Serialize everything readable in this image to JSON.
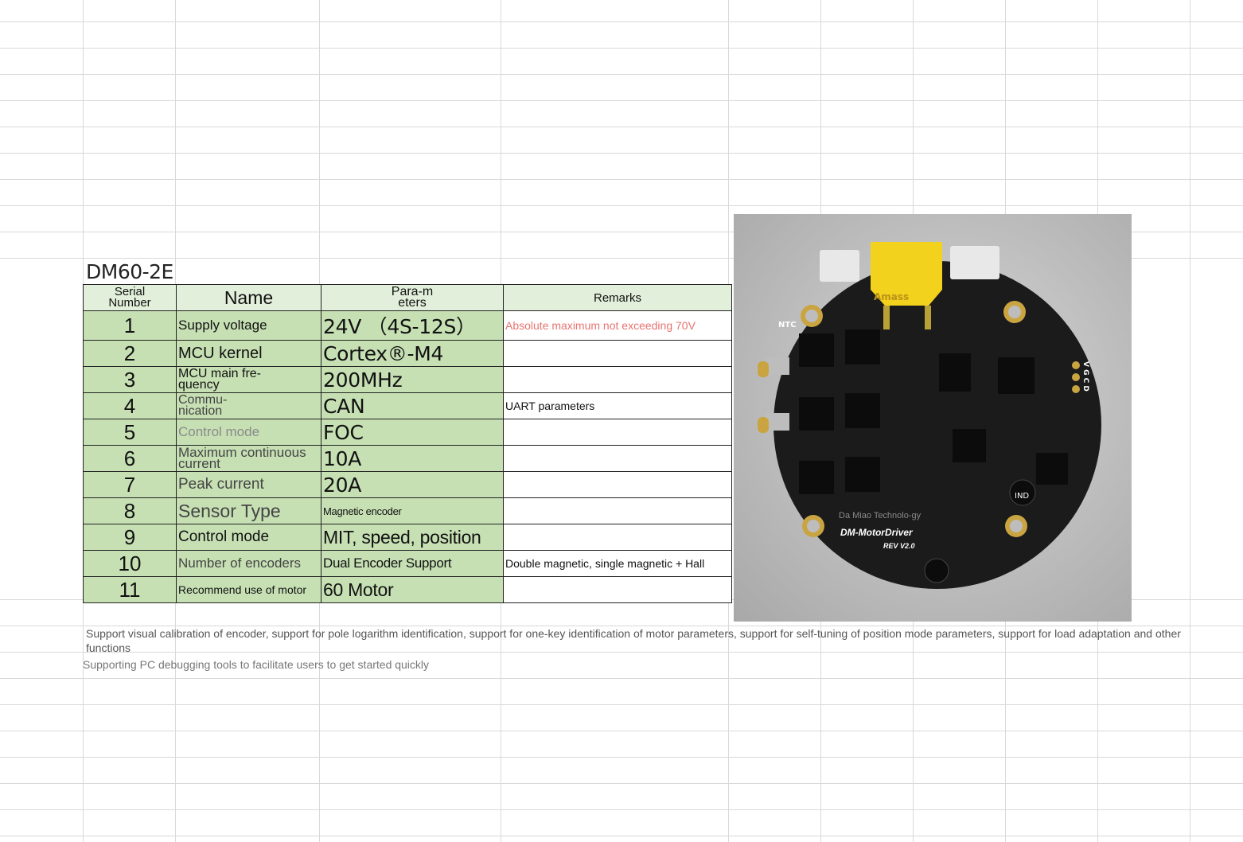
{
  "sheet": {
    "title": "DM60-2E"
  },
  "table": {
    "headers": {
      "serial": "Serial Number",
      "name": "Name",
      "params": "Para-meters",
      "remarks": "Remarks"
    },
    "rows": [
      {
        "sn": "1",
        "name": "Supply voltage",
        "param": "24V （4S-12S）",
        "remark": "Absolute maximum not exceeding 70V"
      },
      {
        "sn": "2",
        "name": "MCU kernel",
        "param": "Cortex®-M4",
        "remark": ""
      },
      {
        "sn": "3",
        "name": "MCU main fre-quency",
        "param": "200MHz",
        "remark": ""
      },
      {
        "sn": "4",
        "name": "Commu-nication",
        "param": "CAN",
        "remark": "UART parameters"
      },
      {
        "sn": "5",
        "name": "Control mode",
        "param": "FOC",
        "remark": ""
      },
      {
        "sn": "6",
        "name": "Maximum continuous current",
        "param": "10A",
        "remark": ""
      },
      {
        "sn": "7",
        "name": "Peak current",
        "param": "20A",
        "remark": ""
      },
      {
        "sn": "8",
        "name": "Sensor Type",
        "param": "Magnetic encoder",
        "remark": ""
      },
      {
        "sn": "9",
        "name": "Control mode",
        "param": "MIT, speed, position",
        "remark": ""
      },
      {
        "sn": "10",
        "name": "Number of encoders",
        "param": "Dual Encoder Support",
        "remark": "Double magnetic, single magnetic + Hall"
      },
      {
        "sn": "11",
        "name": "Recommend use of motor",
        "param": "60 Motor",
        "remark": ""
      }
    ]
  },
  "notes": {
    "line1": "Support visual calibration of encoder, support for pole logarithm identification, support for one-key identification of motor parameters, support for self-tuning of position mode parameters, support for load adaptation and other functions",
    "line2": "Supporting PC debugging tools to facilitate users to get started quickly"
  },
  "board": {
    "connector_brand": "Amass",
    "ntc_label": "NTC",
    "pin_labels": "V G C D",
    "maker_text": "Da Miao Technolo-gy",
    "product_name": "DM-MotorDriver",
    "revision": "REV V2.0",
    "inductor_label": "IND",
    "board_color": "#1b1b1b",
    "connector_color": "#f2d21c",
    "pad_color": "#c9a441"
  }
}
